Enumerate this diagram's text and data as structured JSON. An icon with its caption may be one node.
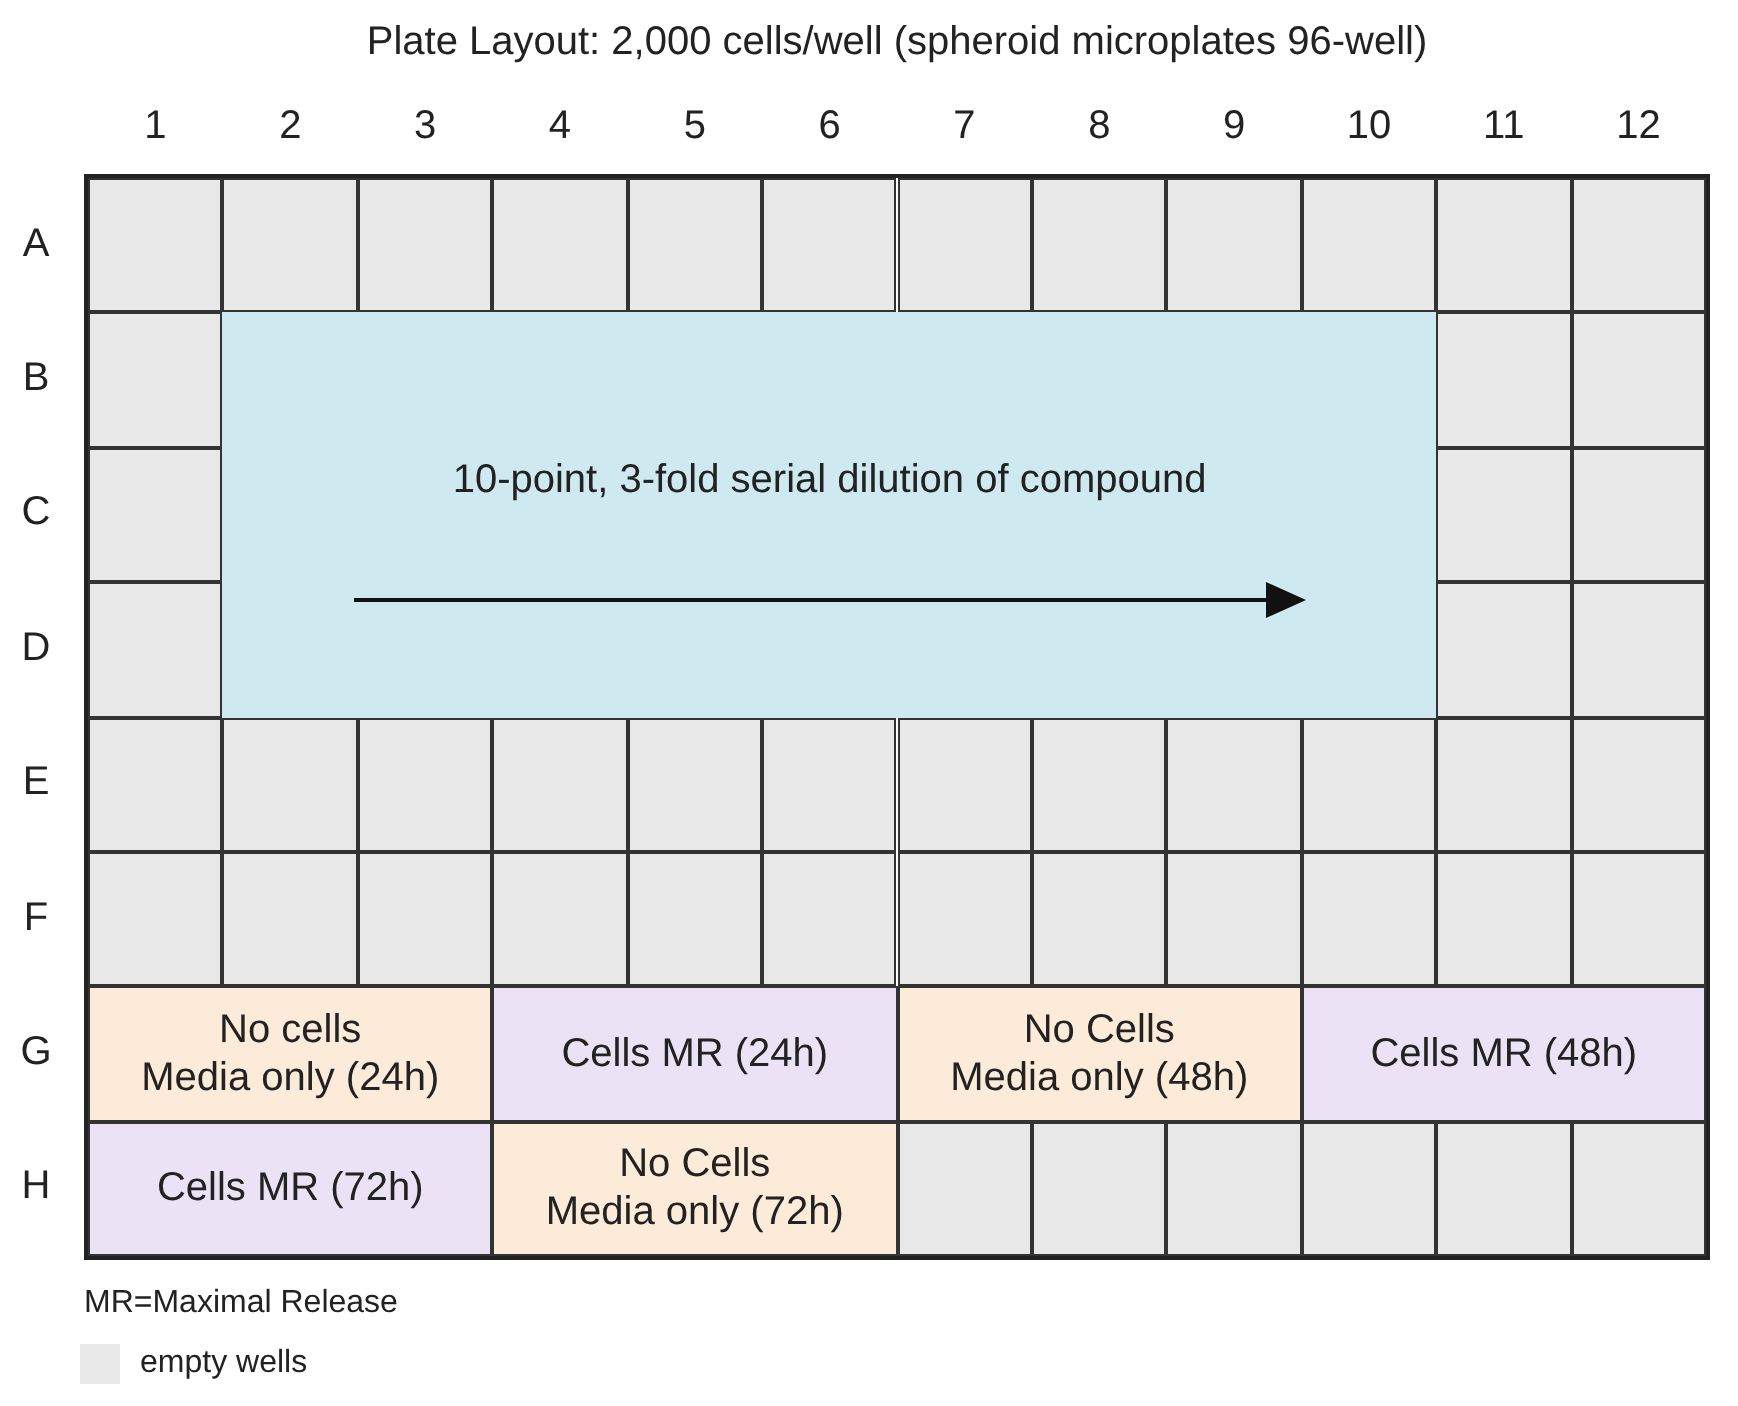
{
  "diagram": {
    "title": "Plate Layout: 2,000 cells/well (spheroid microplates 96-well)",
    "nodes": [
      {
        "text": [],
        "shape": "box"
      },
      {
        "text": [],
        "shape": "box"
      },
      {
        "text": [],
        "shape": "box"
      },
      {
        "text": [],
        "shape": "box"
      },
      {
        "text": [],
        "shape": "box"
      },
      {
        "text": [],
        "shape": "box"
      },
      {
        "text": [],
        "shape": "box"
      },
      {
        "text": [],
        "shape": "box"
      },
      {
        "text": [],
        "shape": "box"
      },
      {
        "text": [],
        "shape": "box"
      },
      {
        "text": [],
        "shape": "box"
      },
      {
        "text": [],
        "shape": "box"
      },
      {
        "text": [],
        "shape": "box"
      },
      {
        "text": [
          "10-point, 3-fold serial dilution of compound"
        ]
      },
      {
        "text": [],
        "shape": "box"
      },
      {
        "text": [],
        "shape": "box"
      },
      {
        "text": [],
        "shape": "box"
      },
      {
        "text": [],
        "shape": "box"
      },
      {
        "text": [],
        "shape": "box"
      },
      {
        "text": [],
        "shape": "box"
      },
      {
        "text": [],
        "shape": "box"
      },
      {
        "text": [],
        "shape": "box"
      },
      {
        "text": [],
        "shape": "box"
      },
      {
        "text": [],
        "shape": "box"
      },
      {
        "text": [],
        "shape": "box"
      },
      {
        "text": [],
        "shape": "box"
      },
      {
        "text": [],
        "shape": "box"
      },
      {
        "text": [],
        "shape": "box"
      },
      {
        "text": [],
        "shape": "box"
      },
      {
        "text": [],
        "shape": "box"
      },
      {
        "text": [],
        "shape": "box"
      },
      {
        "text": [],
        "shape": "box"
      },
      {
        "text": [],
        "shape": "box"
      },
      {
        "text": [],
        "shape": "box"
      },
      {
        "text": [],
        "shape": "box"
      },
      {
        "text": [],
        "shape": "box"
      },
      {
        "text": [],
        "shape": "box"
      },
      {
        "text": [],
        "shape": "box"
      },
      {
        "text": [],
        "shape": "box"
      },
      {
        "text": [],
        "shape": "box"
      },
      {
        "text": [],
        "shape": "box"
      },
      {
        "text": [],
        "shape": "box"
      },
      {
        "text": [],
        "shape": "box"
      },
      {
        "text": [],
        "shape": "box"
      },
      {
        "text": [],
        "shape": "box"
      },
      {
        "text": [],
        "shape": "box"
      },
      {
        "text": [
          "No cells",
          "Media only (24h)"
        ]
      },
      {
        "text": [
          "Cells MR (24h)"
        ]
      },
      {
        "text": [
          "No Cells",
          "Media only (48h)"
        ]
      },
      {
        "text": [
          "Cells MR (48h)"
        ]
      },
      {
        "text": [
          "Cells MR (72h)"
        ]
      },
      {
        "text": [
          "No Cells",
          "Media only (72h)"
        ]
      },
      {
        "text": [],
        "shape": "box"
      },
      {
        "text": [],
        "shape": "box"
      },
      {
        "text": [],
        "shape": "box"
      },
      {
        "text": [],
        "shape": "box"
      },
      {
        "text": [],
        "shape": "box"
      },
      {
        "text": [],
        "shape": "box"
      }
    ],
    "labels": [
      "1",
      "2",
      "3",
      "4",
      "5",
      "6",
      "7",
      "8",
      "9",
      "10",
      "11",
      "12",
      "A",
      "B",
      "C",
      "D",
      "E",
      "F",
      "G",
      "H",
      "MR=Maximal Release"
    ],
    "legend": [
      {
        "text": "empty wells",
        "color": "#e8e8e8"
      }
    ]
  }
}
